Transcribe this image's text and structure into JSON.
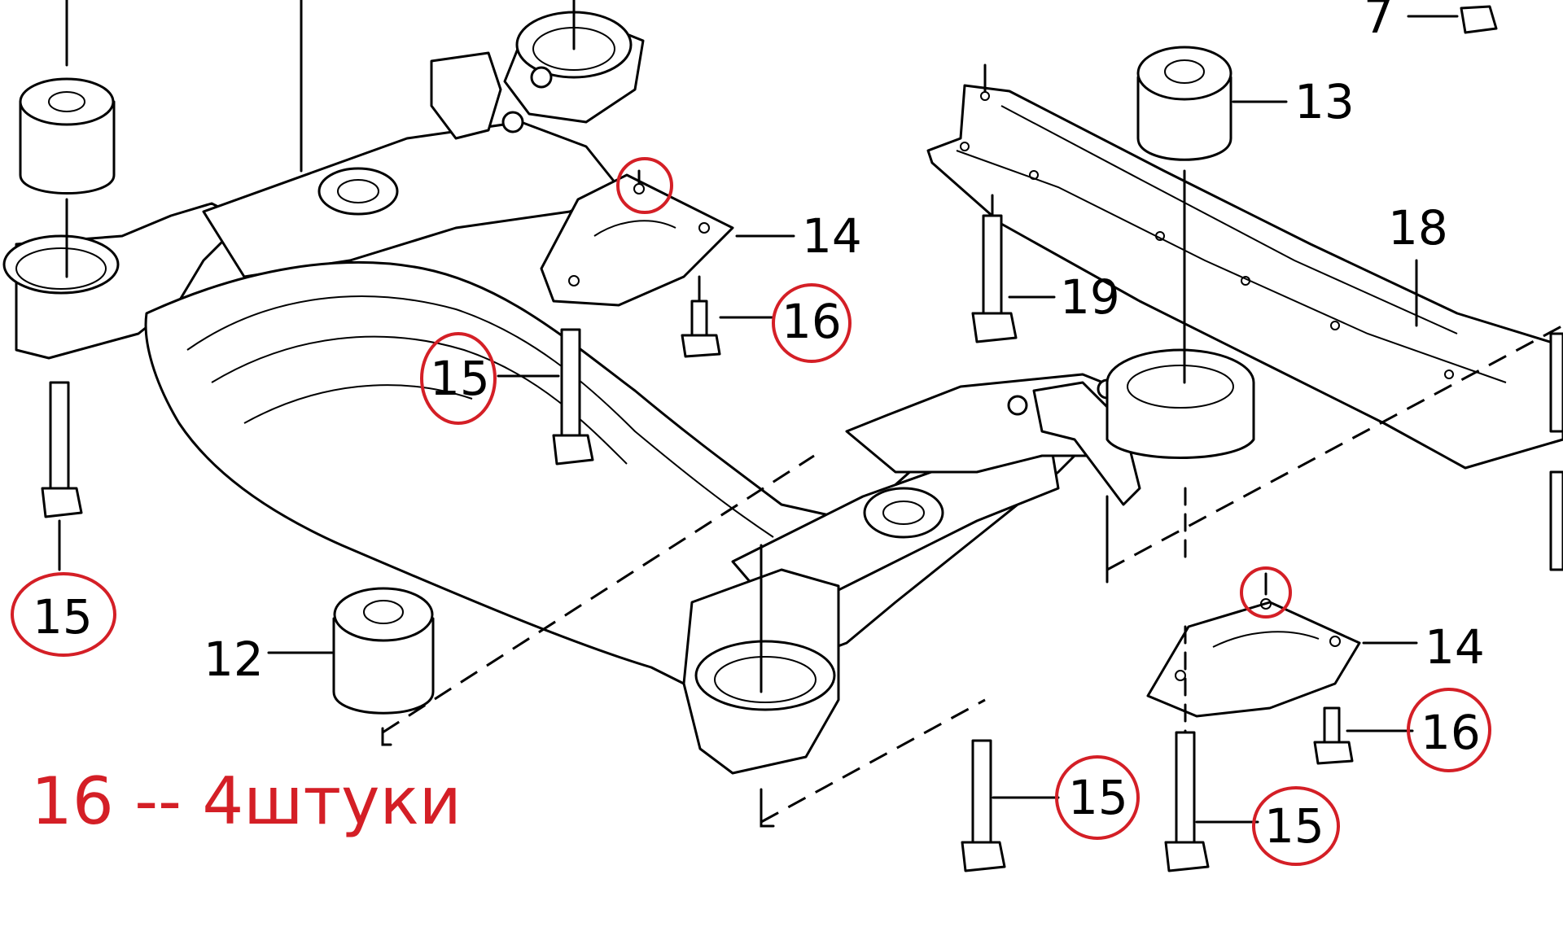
{
  "colors": {
    "line": "#000000",
    "background": "#ffffff",
    "annotation": "#d41f26"
  },
  "callouts": {
    "c7": "7",
    "c12": "12",
    "c13": "13",
    "c14a": "14",
    "c14b": "14",
    "c15a": "15",
    "c15b": "15",
    "c15c": "15",
    "c15d": "15",
    "c16a": "16",
    "c16b": "16",
    "c18": "18",
    "c19": "19"
  },
  "annotation": {
    "note": "16 -- 4штуки"
  }
}
